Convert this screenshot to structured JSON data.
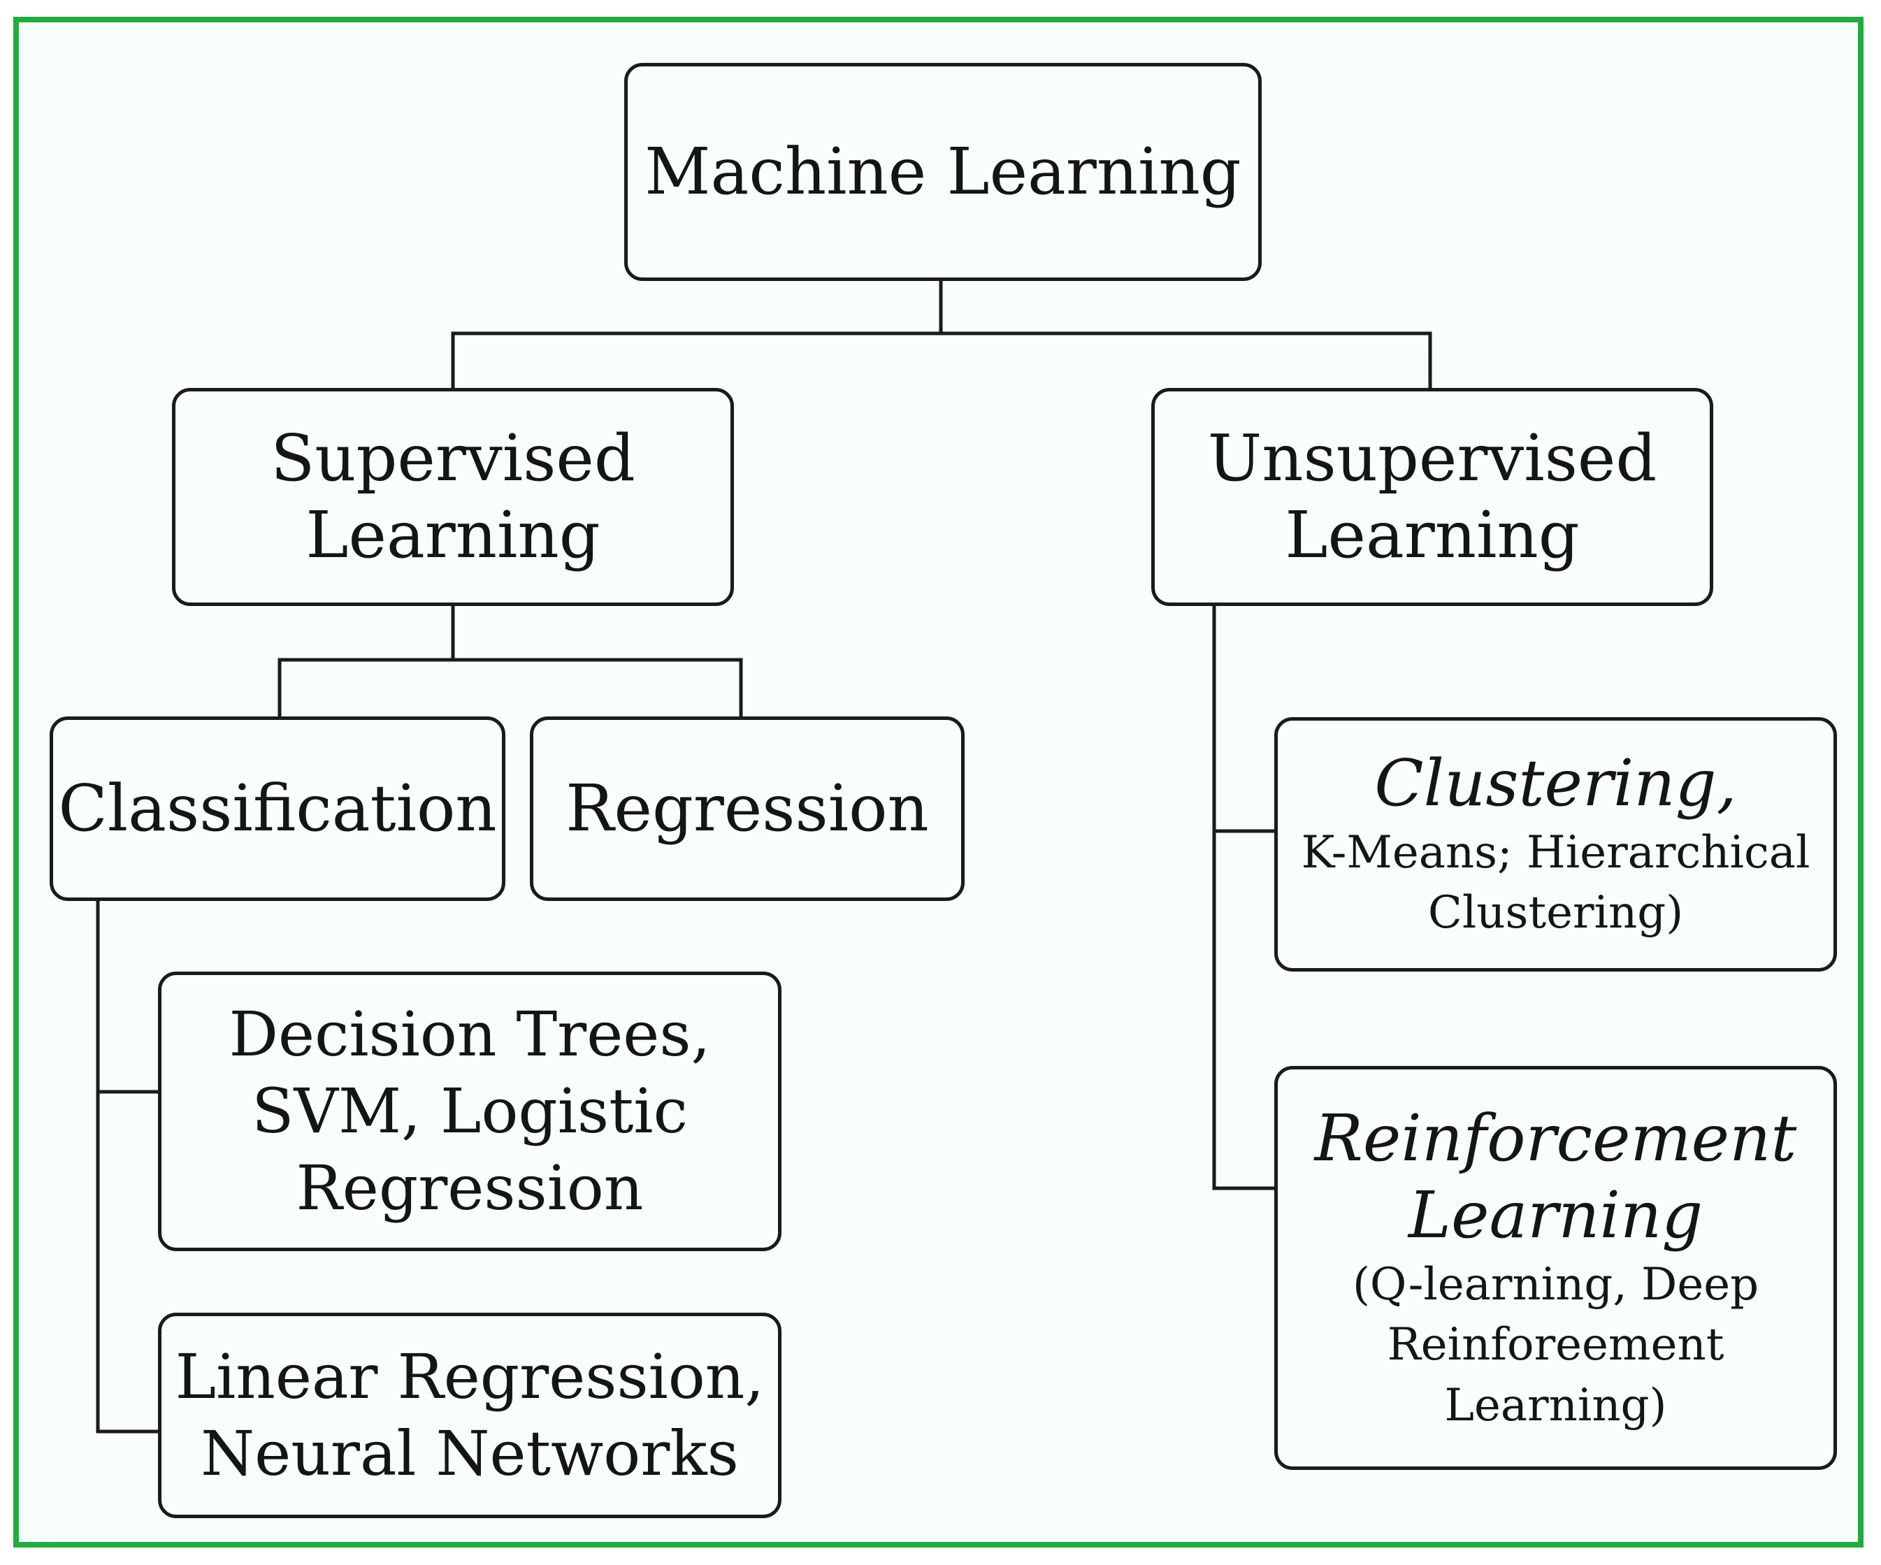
{
  "colors": {
    "frame_border": "#1fae3c",
    "background": "#f7fefc",
    "ink": "#1b1b1b"
  },
  "root": {
    "label": "Machine Learning"
  },
  "supervised": {
    "line1": "Supervised",
    "line2": "Learning"
  },
  "unsupervised": {
    "line1": "Unsupervised",
    "line2": "Learning"
  },
  "classification": {
    "label": "Classification"
  },
  "regression": {
    "label": "Regression"
  },
  "classification_examples": {
    "line1": "Decision Trees,",
    "line2": "SVM, Logistic",
    "line3": "Regression"
  },
  "regression_examples": {
    "line1": "Linear Regression,",
    "line2": "Neural Networks"
  },
  "clustering": {
    "title": "Clustering,",
    "line1": "K-Means; Hierarchical",
    "line2": "Clustering)"
  },
  "reinforcement": {
    "title1": "Reinforcement",
    "title2": "Learning",
    "line1": "(Q-learning, Deep",
    "line2": "Reinforeement",
    "line3": "Learning)"
  }
}
